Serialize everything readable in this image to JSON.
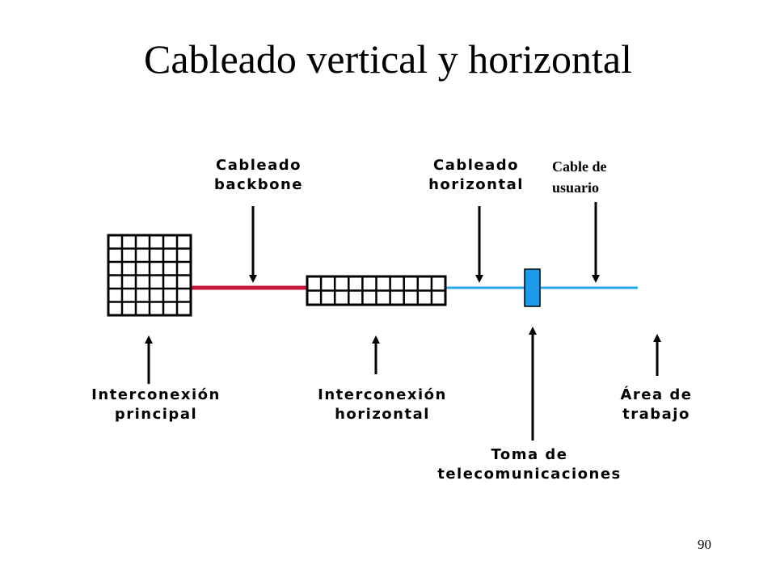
{
  "slide": {
    "title": "Cableado vertical y horizontal",
    "page_number": "90"
  },
  "labels": {
    "backbone": [
      "Cableado",
      "backbone"
    ],
    "horizontal_cabling": [
      "Cableado",
      "horizontal"
    ],
    "user_cable": [
      "Cable de",
      "usuario"
    ],
    "main_cross_connect": [
      "Interconexión",
      "principal"
    ],
    "horizontal_cross_connect": [
      "Interconexión",
      "horizontal"
    ],
    "telecom_outlet": [
      "Toma de",
      "telecomunicaciones"
    ],
    "work_area": [
      "Área de",
      "trabajo"
    ]
  },
  "colors": {
    "backbone_cable": "#c8183a",
    "horizontal_cable": "#29a8e8",
    "outlet": "#1e9be8",
    "outline": "#000000"
  }
}
